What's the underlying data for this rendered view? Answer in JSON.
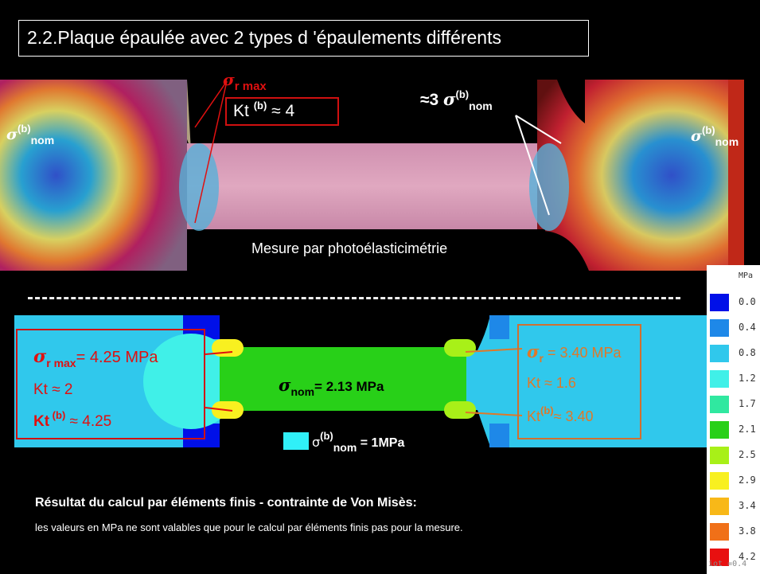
{
  "title": "2.2.Plaque épaulée avec 2 types d  'épaulements différents",
  "photo": {
    "sigma_r_max": {
      "sigma": "σ",
      "sub": "r max"
    },
    "kt_box": {
      "text": "Kt ",
      "sup": "(b)",
      "approx": " ≈ 4"
    },
    "left_nom": {
      "sigma": "σ",
      "sup": "(b)",
      "sub": "nom"
    },
    "right_nom": {
      "sigma": "σ",
      "sup": "(b)",
      "sub": "nom"
    },
    "center_nom": {
      "prefix": "≈3 ",
      "sigma": "σ",
      "sup": "(b)",
      "sub": "nom"
    },
    "caption": "Mesure par photoélasticimétrie"
  },
  "fem": {
    "left_box": {
      "line1_sigma": "σ",
      "line1_sub": "r max",
      "line1_val": "= 4.25 MPa",
      "line2": "Kt ≈ 2",
      "line3_kt": "Kt",
      "line3_sup": " (b)",
      "line3_val": " ≈ 4.25"
    },
    "center": {
      "sigma": "σ",
      "sub": "nom",
      "val": "= 2.13 MPa"
    },
    "right_box": {
      "line1_sigma": "σ",
      "line1_sub": "r",
      "line1_val": " = 3.40 MPa",
      "line2": "Kt ≈ 1.6",
      "line3_kt": "Kt",
      "line3_sup": "(b)",
      "line3_val": "≈ 3.40"
    },
    "nominal_legend": {
      "sigma": "σ",
      "sup": "(b)",
      "sub": "nom",
      "val": " = 1MPa"
    }
  },
  "result_title": "Résultat du calcul par éléments finis - contrainte de Von Misès:",
  "result_note": "les valeurs en MPa ne sont valables que pour le calcul par éléments finis pas pour la mesure.",
  "legend": {
    "unit": "MPa",
    "labels": [
      "0.0",
      "0.4",
      "0.8",
      "1.2",
      "1.7",
      "2.1",
      "2.5",
      "2.9",
      "3.4",
      "3.8",
      "4.2"
    ],
    "colors": [
      "#0010e8",
      "#1e88e8",
      "#30c8ec",
      "#40f0e8",
      "#30e8a0",
      "#28d018",
      "#a8f018",
      "#f8f020",
      "#f8b818",
      "#f07018",
      "#e81010"
    ],
    "footer": "iot =0.4"
  }
}
